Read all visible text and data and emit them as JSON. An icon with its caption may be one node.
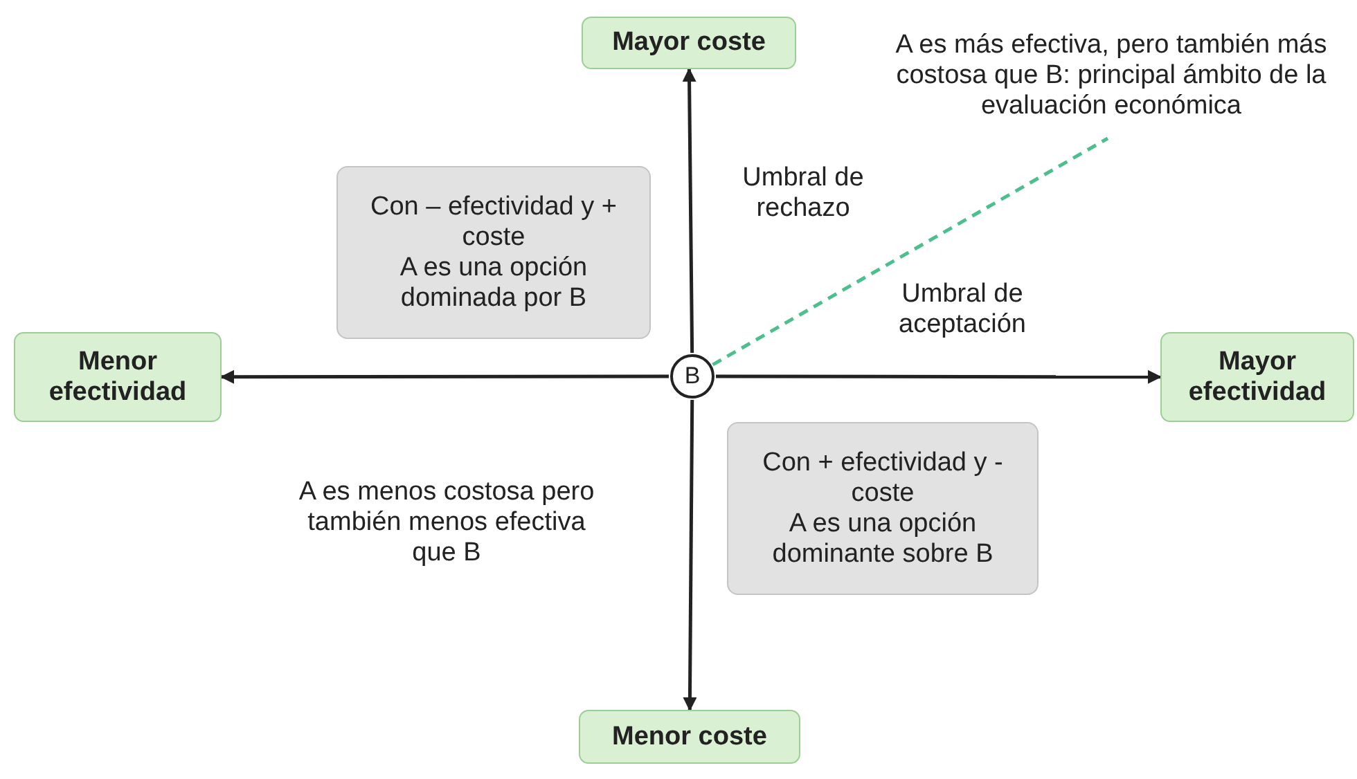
{
  "diagram": {
    "nodes": [
      {
        "text": [
          "Mayor coste"
        ]
      },
      {
        "text": [
          "Menor efectividad"
        ]
      },
      {
        "text": [
          "B"
        ]
      },
      {
        "text": [
          "Mayor efectividad"
        ]
      },
      {
        "text": [
          "Menor coste"
        ]
      },
      {
        "text": [
          "Con – efectividad y + coste",
          "A es una opción dominada por B"
        ]
      },
      {
        "text": [
          "Con + efectividad y - coste",
          "A es una opción dominante sobre B"
        ]
      },
      {
        "text": [
          "A es más efectiva, pero también más costosa que B: principal ámbito de la evaluación económica"
        ]
      }
    ],
    "edges": [
      {
        "from": 2,
        "to": 0,
        "arrow": "to"
      },
      {
        "from": 2,
        "to": 1,
        "arrow": "to"
      },
      {
        "from": 2,
        "to": 3,
        "arrow": "to"
      },
      {
        "from": 2,
        "to": 4,
        "arrow": "to"
      },
      {
        "from": 2,
        "to": 7,
        "arrow": "none",
        "style": "dashed",
        "color": "#4dbf8f"
      }
    ],
    "labels": [
      "Umbral de rechazo",
      "Umbral de aceptación",
      "A es menos costosa pero también menos efectiva que B"
    ]
  }
}
